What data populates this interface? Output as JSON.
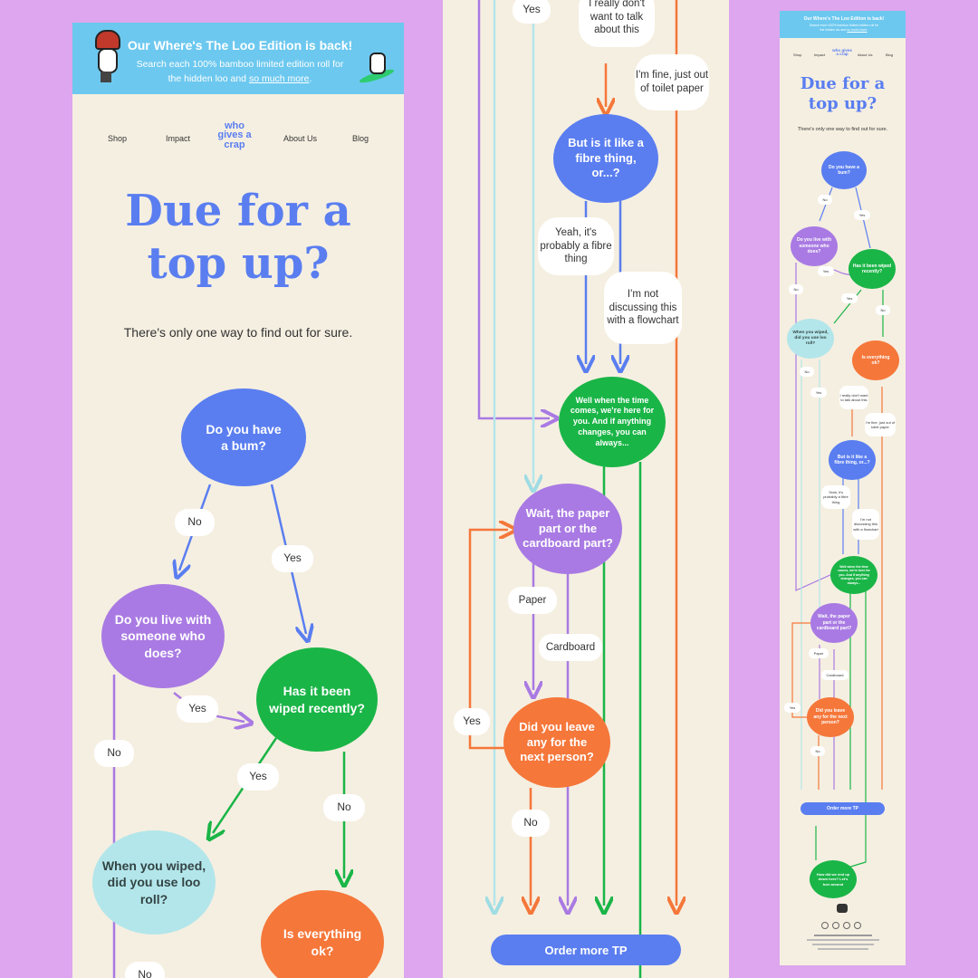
{
  "banner": {
    "title": "Our Where's The Loo Edition is back!",
    "line1": "Search each 100% bamboo limited edition roll for",
    "line2": "the hidden loo and ",
    "link": "so much more",
    "line2_end": "."
  },
  "nav": {
    "shop": "Shop",
    "impact": "Impact",
    "logo": "who gives a crap",
    "about": "About Us",
    "blog": "Blog"
  },
  "hero": {
    "title_l1": "Due for a",
    "title_l2": "top up?",
    "subtitle": "There's only one way to find out for sure."
  },
  "nodes": {
    "bum": "Do you have a bum?",
    "live": "Do you live with someone who does?",
    "wiped": "Has it been wiped recently?",
    "loo": "When you wiped, did you use loo roll?",
    "ok": "Is everything ok?",
    "fibre": "But is it like a fibre thing, or...?",
    "here": "Well when the time comes, we're here for you. And if anything changes, you can always...",
    "paper": "Wait, the paper part or the cardboard part?",
    "leave": "Did you leave any for the next person?",
    "down": "How did we end up down here? Let's turn around"
  },
  "labels": {
    "no": "No",
    "yes": "Yes",
    "talk": "I really don't want to talk about this",
    "fine": "I'm fine, just out of toilet paper",
    "probably": "Yeah, it's probably a fibre thing",
    "discuss": "I'm not discussing this with a flowchart",
    "paper": "Paper",
    "cardboard": "Cardboard"
  },
  "cta": {
    "order": "Order more TP"
  },
  "colors": {
    "background": "#dda6ee",
    "banner": "#6cc8ef",
    "panel": "#f5efe1",
    "blue": "#5a7ef0",
    "purple": "#a97ae3",
    "green": "#1ab547",
    "cyan": "#b3e6ea",
    "orange": "#f5773a"
  }
}
